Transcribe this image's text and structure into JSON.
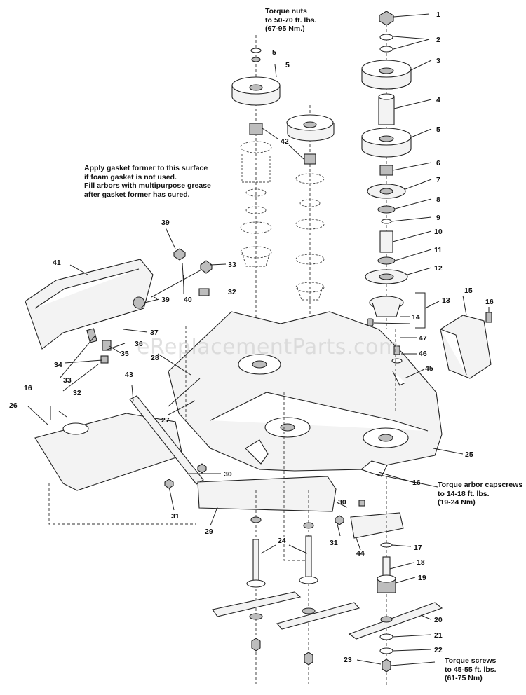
{
  "watermark": "eReplacementParts.com",
  "notes": {
    "torque_nuts": "Torque nuts\nto 50-70 ft. lbs.\n(67-95 Nm.)",
    "gasket": "Apply gasket former to this surface\nif foam gasket is not used.\nFill arbors with multipurpose grease\nafter gasket former has cured.",
    "arbor_capscrews": "Torque arbor capscrews\nto 14-18 ft. lbs.\n(19-24 Nm)",
    "torque_screws": "Torque screws\nto 45-55 ft. lbs.\n(61-75 Nm)"
  },
  "callouts": [
    "1",
    "2",
    "3",
    "4",
    "5",
    "5",
    "5",
    "6",
    "7",
    "8",
    "9",
    "10",
    "11",
    "12",
    "13",
    "14",
    "15",
    "16",
    "16",
    "16",
    "17",
    "18",
    "19",
    "20",
    "21",
    "22",
    "23",
    "24",
    "25",
    "26",
    "27",
    "28",
    "29",
    "30",
    "30",
    "31",
    "31",
    "32",
    "32",
    "33",
    "33",
    "34",
    "35",
    "36",
    "37",
    "39",
    "39",
    "40",
    "41",
    "42",
    "43",
    "44",
    "45",
    "46",
    "47"
  ]
}
